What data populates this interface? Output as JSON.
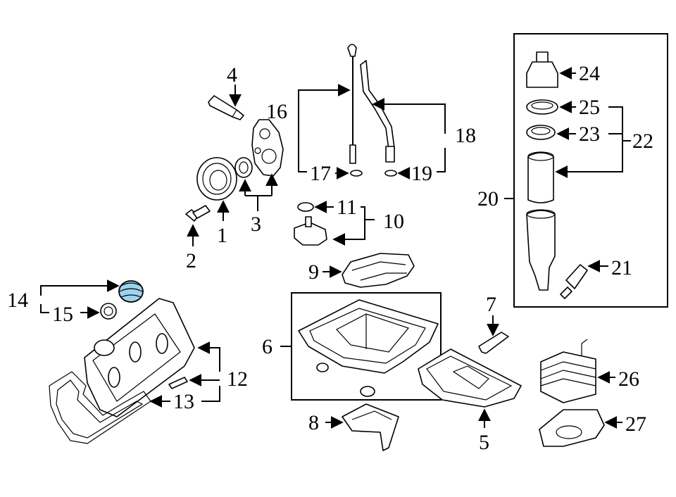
{
  "diagram": {
    "callouts": [
      {
        "id": "c1",
        "text": "1"
      },
      {
        "id": "c2",
        "text": "2"
      },
      {
        "id": "c3",
        "text": "3"
      },
      {
        "id": "c4",
        "text": "4"
      },
      {
        "id": "c5",
        "text": "5"
      },
      {
        "id": "c6",
        "text": "6"
      },
      {
        "id": "c7",
        "text": "7"
      },
      {
        "id": "c8",
        "text": "8"
      },
      {
        "id": "c9",
        "text": "9"
      },
      {
        "id": "c10",
        "text": "10"
      },
      {
        "id": "c11",
        "text": "11"
      },
      {
        "id": "c12",
        "text": "12"
      },
      {
        "id": "c13",
        "text": "13"
      },
      {
        "id": "c14",
        "text": "14"
      },
      {
        "id": "c15",
        "text": "15"
      },
      {
        "id": "c16",
        "text": "16"
      },
      {
        "id": "c17",
        "text": "17"
      },
      {
        "id": "c18",
        "text": "18"
      },
      {
        "id": "c19",
        "text": "19"
      },
      {
        "id": "c20",
        "text": "20"
      },
      {
        "id": "c21",
        "text": "21"
      },
      {
        "id": "c22",
        "text": "22"
      },
      {
        "id": "c23",
        "text": "23"
      },
      {
        "id": "c24",
        "text": "24"
      },
      {
        "id": "c25",
        "text": "25"
      },
      {
        "id": "c26",
        "text": "26"
      },
      {
        "id": "c27",
        "text": "27"
      }
    ],
    "highlight_color": "#9cd3ee",
    "highlighted_part": "14"
  }
}
